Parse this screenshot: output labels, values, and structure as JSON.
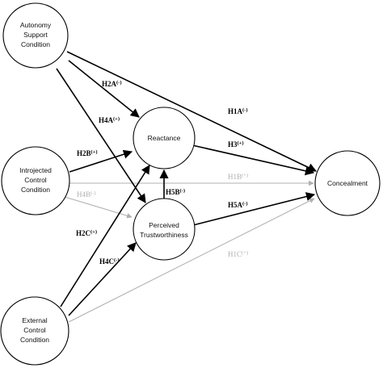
{
  "nodes": {
    "autonomy": {
      "lines": [
        "Autonomy",
        "Support",
        "Condition"
      ]
    },
    "introjected": {
      "lines": [
        "Introjected",
        "Control",
        "Condition"
      ]
    },
    "external": {
      "lines": [
        "External",
        "Control",
        "Condition"
      ]
    },
    "reactance": {
      "lines": [
        "Reactance"
      ]
    },
    "trust": {
      "lines": [
        "Perceived",
        "Trustworthiness"
      ]
    },
    "concealment": {
      "lines": [
        "Concealment"
      ]
    }
  },
  "edges": {
    "h1a": {
      "label": "H1A",
      "sign": "(-)"
    },
    "h1b": {
      "label": "H1B",
      "sign": "(+)"
    },
    "h1c": {
      "label": "H1C",
      "sign": "(+)"
    },
    "h2a": {
      "label": "H2A",
      "sign": "(-)"
    },
    "h2b": {
      "label": "H2B",
      "sign": "(+)"
    },
    "h2c": {
      "label": "H2C",
      "sign": "(+)"
    },
    "h3": {
      "label": "H3",
      "sign": "(+)"
    },
    "h4a": {
      "label": "H4A",
      "sign": "(+)"
    },
    "h4b": {
      "label": "H4B",
      "sign": "(-)"
    },
    "h4c": {
      "label": "H4C",
      "sign": "(-)"
    },
    "h5a": {
      "label": "H5A",
      "sign": "(-)"
    },
    "h5b": {
      "label": "H5B",
      "sign": "(-)"
    }
  },
  "colors": {
    "strong": "#000000",
    "weak": "#b0b0b0"
  }
}
